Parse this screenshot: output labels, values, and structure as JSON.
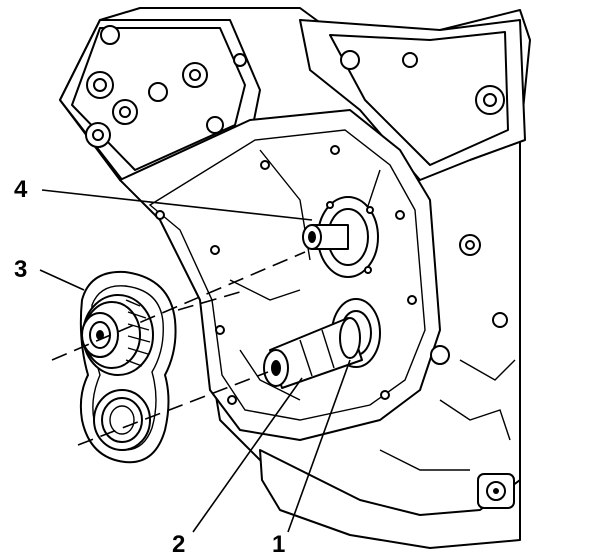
{
  "figure": {
    "type": "exploded-engine-assembly-line-drawing",
    "callouts": [
      {
        "id": "1",
        "label": "1"
      },
      {
        "id": "2",
        "label": "2"
      },
      {
        "id": "3",
        "label": "3"
      },
      {
        "id": "4",
        "label": "4"
      }
    ],
    "colors": {
      "ink": "#000000",
      "paper": "#ffffff"
    }
  }
}
